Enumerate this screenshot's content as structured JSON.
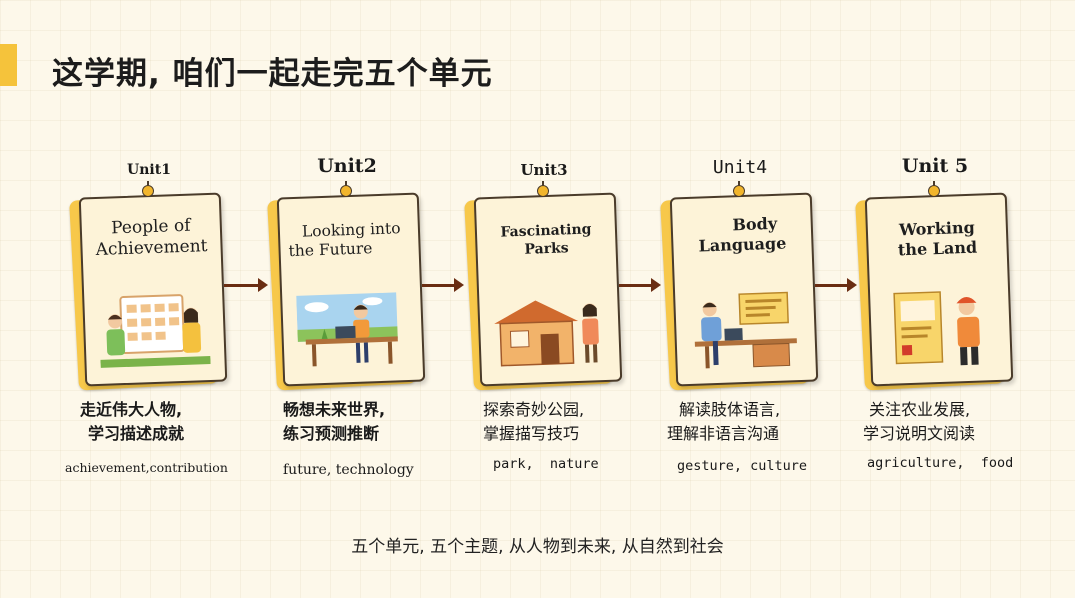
{
  "page": {
    "title": "这学期, 咱们一起走完五个单元"
  },
  "units": [
    {
      "label": "Unit1",
      "card_title_lines": [
        "People of",
        "Achievement"
      ],
      "cn_lines": [
        "走近伟大人物,",
        "学习描述成就"
      ],
      "keywords": "achievement,contribution",
      "illustration": "calendar-two-people-icon"
    },
    {
      "label": "Unit2",
      "card_title_lines": [
        "Looking into",
        "the Future"
      ],
      "cn_lines": [
        "畅想未来世界,",
        "练习预测推断"
      ],
      "keywords": "future, technology",
      "illustration": "person-at-laptop-icon"
    },
    {
      "label": "Unit3",
      "card_title_lines": [
        "Fascinating",
        "Parks"
      ],
      "cn_lines": [
        "探索奇妙公园,",
        "掌握描写技巧"
      ],
      "keywords": "park,  nature",
      "illustration": "park-house-icon"
    },
    {
      "label": "Unit4",
      "card_title_lines": [
        "Body",
        "Language"
      ],
      "cn_lines": [
        "解读肢体语言,",
        "理解非语言沟通"
      ],
      "keywords": "gesture, culture",
      "illustration": "person-at-desk-icon"
    },
    {
      "label": "Unit 5",
      "card_title_lines": [
        "Working",
        "the Land"
      ],
      "cn_lines": [
        "关注农业发展,",
        "学习说明文阅读"
      ],
      "keywords": "agriculture,  food",
      "illustration": "farmer-board-icon"
    }
  ],
  "footer": {
    "text": "五个单元, 五个主题, 从人物到未来, 从自然到社会"
  },
  "colors": {
    "accent": "#f5c33b",
    "arrow": "#6a2d12",
    "card_back": "#f7c84a",
    "card_face": "#fdf3d8"
  }
}
